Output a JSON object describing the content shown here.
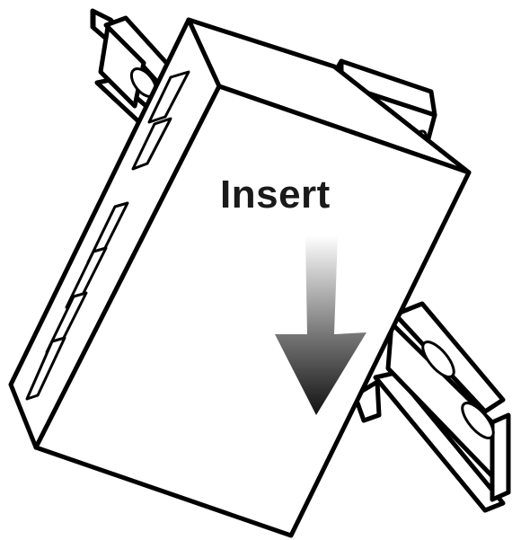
{
  "diagram": {
    "instruction_label": "Insert",
    "arrow_direction": "down",
    "colors": {
      "line": "#000000",
      "fill": "#ffffff",
      "arrow_top": "#ffffff",
      "arrow_bottom": "#1a1a1a"
    },
    "components": {
      "device": "din-rail-switch",
      "rail": "din-rail",
      "ports": "rj45-ports",
      "connector": "terminal-block"
    }
  }
}
